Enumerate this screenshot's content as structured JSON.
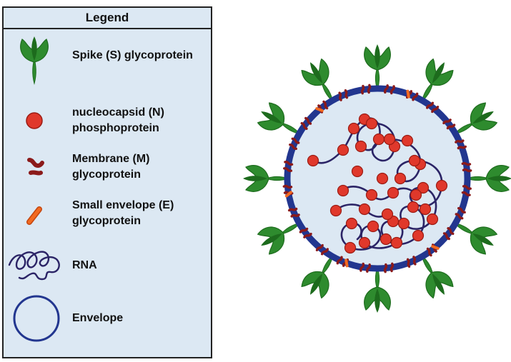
{
  "legend": {
    "title": "Legend",
    "items": [
      {
        "label": "Spike (S) glycoprotein",
        "icon": "spike-icon"
      },
      {
        "label": "nucleocapsid (N)\nphosphoprotein",
        "icon": "nucleocapsid-icon"
      },
      {
        "label": "Membrane (M)\nglycoprotein",
        "icon": "membrane-protein-icon"
      },
      {
        "label": "Small envelope (E)\nglycoprotein",
        "icon": "envelope-protein-icon"
      },
      {
        "label": "RNA",
        "icon": "rna-icon"
      },
      {
        "label": "Envelope",
        "icon": "envelope-icon"
      }
    ]
  },
  "colors": {
    "spike": "#2e8b2e",
    "spike_dark": "#1d6b1d",
    "nucleocapsid": "#e0382b",
    "membrane": "#8b1a1a",
    "small_envelope": "#f26a21",
    "rna": "#2b2466",
    "envelope": "#22368f",
    "interior": "#dce8f3"
  }
}
